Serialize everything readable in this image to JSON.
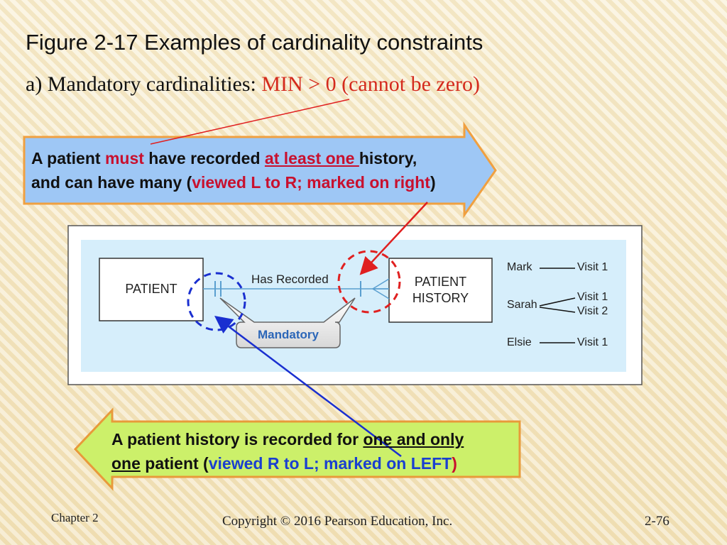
{
  "slide": {
    "title": "Figure 2-17 Examples of cardinality constraints",
    "subtitle_prefix": "a) Mandatory cardinalities:",
    "subtitle_rule": "MIN > 0 (cannot be zero)"
  },
  "callout_top": {
    "line1_a": "A patient ",
    "line1_must": "must",
    "line1_b": " have recorded ",
    "line1_atleast": "at least one ",
    "line1_c": "history,",
    "line2_a": "and can have many (",
    "line2_view": "viewed L to R; marked on right",
    "line2_b": ")",
    "fill_color": "#9ec7f5"
  },
  "callout_bottom": {
    "line1_a": "A patient history is recorded for ",
    "line1_u": "one and only",
    "line2_u": "one",
    "line2_a": " patient (",
    "line2_view": "viewed R to L; marked on LEFT",
    "line2_b": ")",
    "fill_color": "#ccf06a"
  },
  "diagram": {
    "entity_left": "PATIENT",
    "entity_right_line1": "PATIENT",
    "entity_right_line2": "HISTORY",
    "relationship": "Has Recorded",
    "mandatory_label": "Mandatory",
    "samples": [
      {
        "name": "Mark",
        "visits": [
          "Visit 1"
        ]
      },
      {
        "name": "Sarah",
        "visits": [
          "Visit 1",
          "Visit 2"
        ]
      },
      {
        "name": "Elsie",
        "visits": [
          "Visit 1"
        ]
      }
    ]
  },
  "footer": {
    "chapter": "Chapter 2",
    "copyright": "Copyright © 2016 Pearson Education, Inc.",
    "page": "2-76"
  },
  "colors": {
    "red_marker": "#e02020",
    "blue_marker": "#1a2fd0",
    "diagram_bg": "#d6eefb"
  }
}
